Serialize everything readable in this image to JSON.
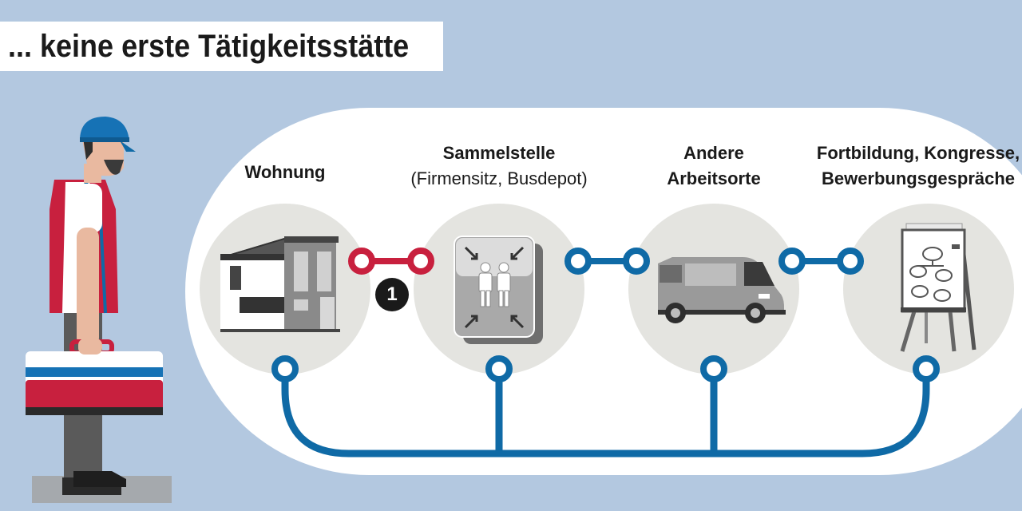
{
  "title": "... keine erste Tätigkeitsstätte",
  "stations": [
    {
      "id": "wohnung",
      "label_bold": "Wohnung",
      "label_normal": "",
      "icon": "house-icon"
    },
    {
      "id": "sammelstelle",
      "label_bold": "Sammelstelle",
      "label_normal": "(Firmensitz, Busdepot)",
      "icon": "assembly-point-icon"
    },
    {
      "id": "arbeitsorte",
      "label_bold": "Andere Arbeitsorte",
      "label_line1": "Andere",
      "label_line2": "Arbeitsorte",
      "icon": "van-icon"
    },
    {
      "id": "fortbildung",
      "label_line1": "Fortbildung, Kongresse,",
      "label_line2": "Bewerbungsgespräche",
      "icon": "flipchart-icon"
    }
  ],
  "badge": "1",
  "colors": {
    "background": "#b3c8e0",
    "circle": "#e4e4e0",
    "connector_red": "#c8203e",
    "connector_blue": "#0f6aa6",
    "badge": "#1a1a1a"
  }
}
